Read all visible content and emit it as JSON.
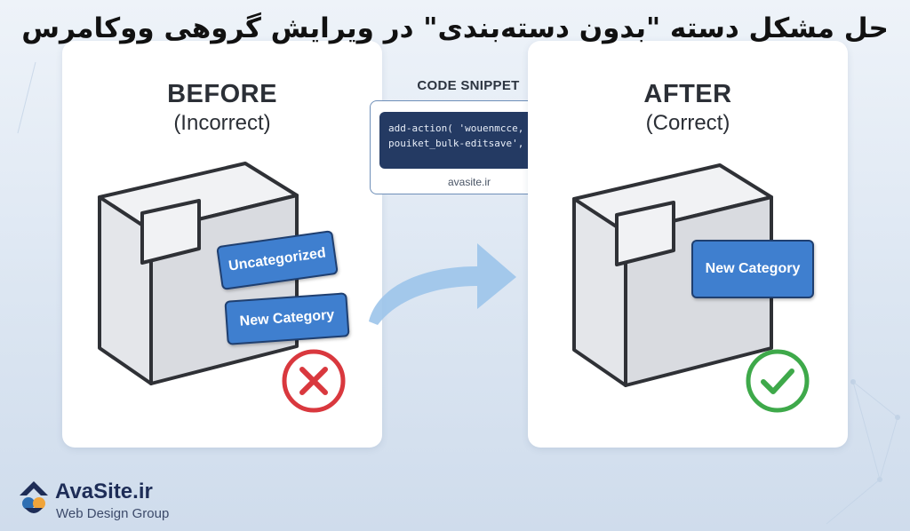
{
  "title": "حل مشکل دسته \"بدون دسته‌بندی\" در ویرایش گروهی ووکامرس",
  "before": {
    "heading": "BEFORE",
    "subheading": "(Incorrect)",
    "tags": [
      "Uncategorized",
      "New Category"
    ],
    "status_icon": "x-circle-icon",
    "status_color": "#d9383e"
  },
  "after": {
    "heading": "AFTER",
    "subheading": "(Correct)",
    "tags": [
      "New Category"
    ],
    "status_icon": "check-circle-icon",
    "status_color": "#3ea94a"
  },
  "code_snippet": {
    "label": "CODE SNIPPET",
    "lines": [
      "add-action( 'wouenmcce,",
      "pouiket_bulk-editsave',  ... )"
    ],
    "source": "avasite.ir"
  },
  "brand": {
    "name": "AvaSite.ir",
    "tagline": "Web Design Group",
    "logo_icon": "avasite-logo-icon"
  },
  "colors": {
    "tag_fill": "#3f7fcf",
    "tag_border": "#1f3f70",
    "code_bg": "#243a63",
    "arrow": "#9cc4ea"
  }
}
